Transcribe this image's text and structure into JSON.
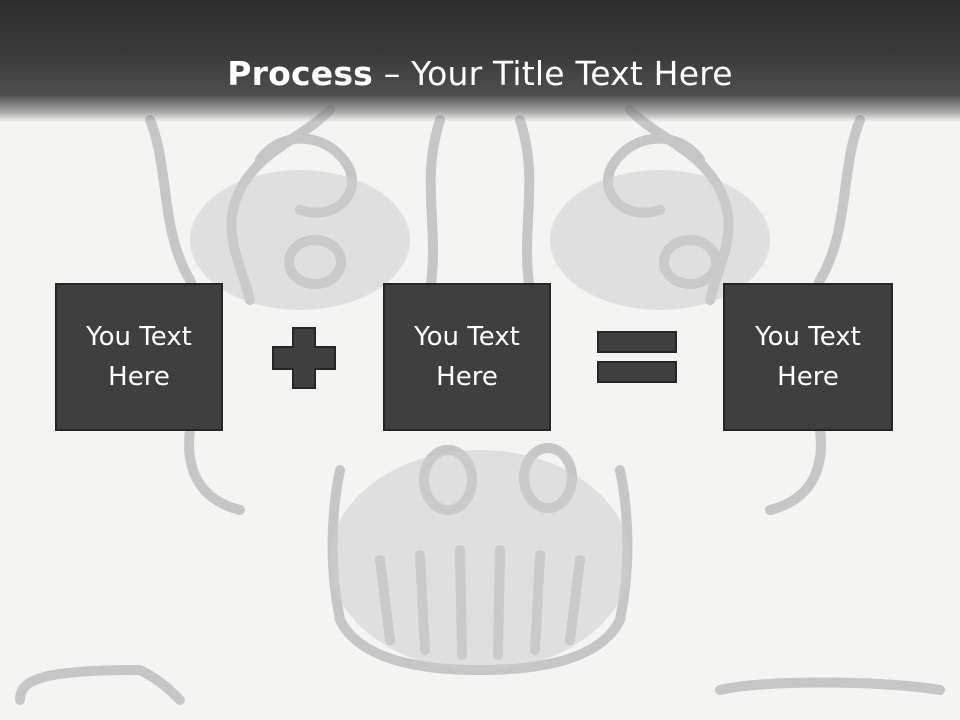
{
  "slide": {
    "title_bold": "Process",
    "title_rest": " – Your Title Text Here"
  },
  "boxes": [
    {
      "text": "You Text Here"
    },
    {
      "text": "You Text Here"
    },
    {
      "text": "You Text Here"
    }
  ],
  "operators": [
    "plus-icon",
    "equals-icon"
  ],
  "colors": {
    "background": "#f4f4f3",
    "title_bar": "#333333",
    "box_fill": "#3f3f3f",
    "box_border": "#262626",
    "operator_fill": "#3f3f3f",
    "artwork": "#c4c4c4"
  }
}
